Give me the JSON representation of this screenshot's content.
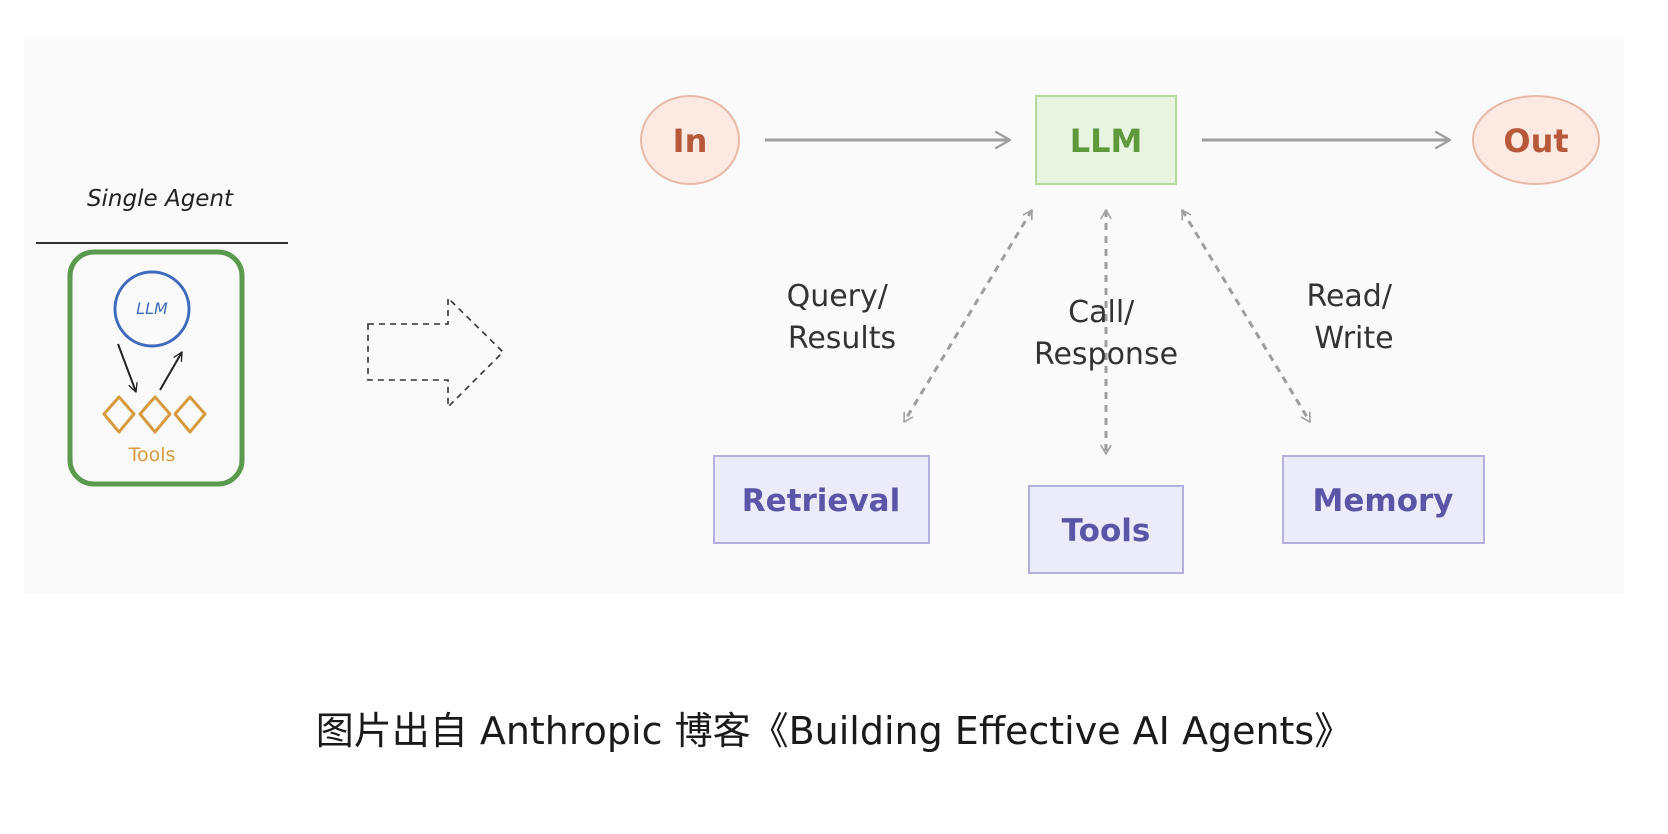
{
  "left_sketch": {
    "title": "Single Agent",
    "llm_label": "LLM",
    "tools_label": "Tools"
  },
  "diagram": {
    "input": "In",
    "llm": "LLM",
    "output": "Out",
    "retrieval_edge": [
      "Query/",
      "Results"
    ],
    "tools_edge": [
      "Call/",
      "Response"
    ],
    "memory_edge": [
      "Read/",
      "Write"
    ],
    "retrieval": "Retrieval",
    "tools": "Tools",
    "memory": "Memory"
  },
  "caption": "图片出自 Anthropic 博客《Building Effective AI Agents》",
  "colors": {
    "io_fill": "#fbe9e2",
    "io_stroke": "#e8b9a6",
    "io_text": "#b8583a",
    "llm_fill": "#e7f4df",
    "llm_stroke": "#b6d9a0",
    "llm_text": "#5e9a3c",
    "aug_fill": "#ecebf9",
    "aug_stroke": "#b3b0de",
    "aug_text": "#5a55a6",
    "arrow": "#9e9e9e",
    "sketch_green": "#5a9a4e",
    "sketch_blue": "#3e6bbd",
    "sketch_orange": "#d79a3c"
  }
}
